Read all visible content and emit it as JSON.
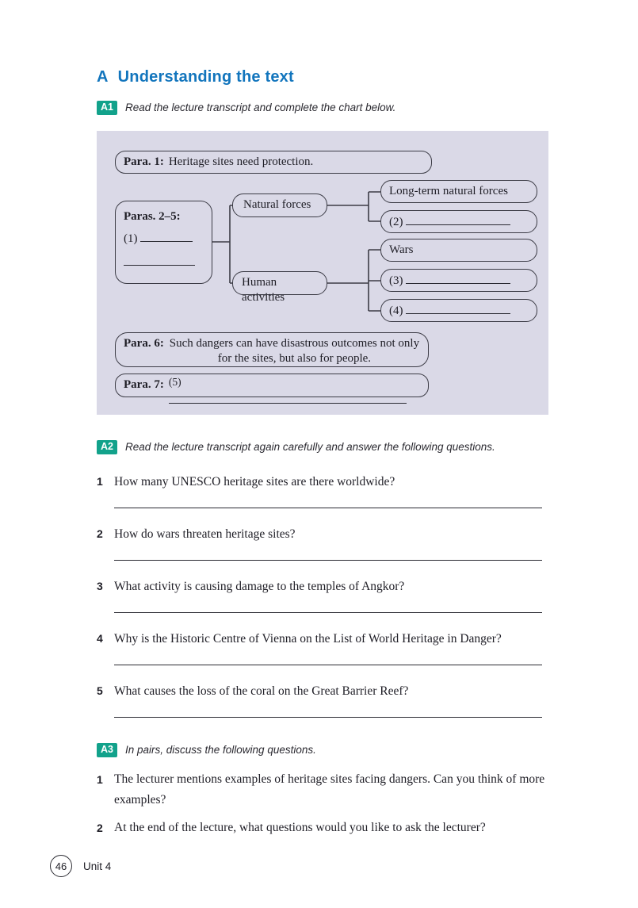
{
  "colors": {
    "heading_blue": "#1275bd",
    "badge_teal": "#12a28b",
    "panel_lavender": "#dad9e7",
    "box_border": "#3c3c46",
    "text": "#1f1e26"
  },
  "header": {
    "section_letter": "A",
    "section_title": "Understanding the text"
  },
  "a1": {
    "badge": "A1",
    "instruction": "Read the lecture transcript and complete the chart below.",
    "chart": {
      "para1_label": "Para. 1:",
      "para1_text": "Heritage sites need protection.",
      "paras25_label": "Paras. 2–5:",
      "blank1_prefix": "(1)",
      "natural_forces": "Natural forces",
      "human_activities": "Human activities",
      "long_term": "Long-term natural forces",
      "blank2_prefix": "(2)",
      "wars": "Wars",
      "blank3_prefix": "(3)",
      "blank4_prefix": "(4)",
      "para6_label": "Para. 6:",
      "para6_text": "Such dangers can have disastrous outcomes not only for the sites, but also for people.",
      "para7_label": "Para. 7:",
      "blank5_prefix": "(5)"
    }
  },
  "a2": {
    "badge": "A2",
    "instruction": "Read the lecture transcript again carefully and answer the following questions.",
    "questions": [
      {
        "num": "1",
        "text": "How many UNESCO heritage sites are there worldwide?"
      },
      {
        "num": "2",
        "text": "How do wars threaten heritage sites?"
      },
      {
        "num": "3",
        "text": "What activity is causing damage to the temples of Angkor?"
      },
      {
        "num": "4",
        "text": "Why is the Historic Centre of Vienna on the List of World Heritage in Danger?"
      },
      {
        "num": "5",
        "text": "What causes the loss of the coral on the Great Barrier Reef?"
      }
    ]
  },
  "a3": {
    "badge": "A3",
    "instruction": "In pairs, discuss the following questions.",
    "questions": [
      {
        "num": "1",
        "text": "The lecturer mentions examples of heritage sites facing dangers. Can you think of more examples?"
      },
      {
        "num": "2",
        "text": "At the end of the lecture, what questions would you like to ask the lecturer?"
      }
    ]
  },
  "footer": {
    "page_number": "46",
    "unit": "Unit 4"
  }
}
